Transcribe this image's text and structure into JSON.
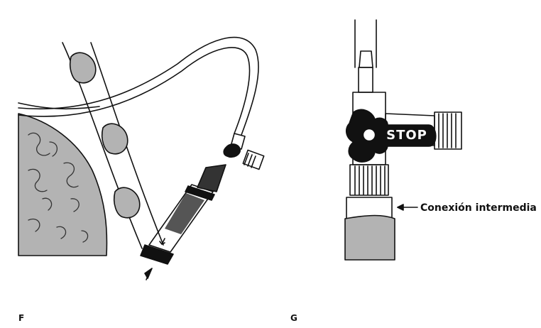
{
  "panels": {
    "left": {
      "label": "F"
    },
    "right": {
      "label": "G"
    }
  },
  "stopcock": {
    "handle_text": "STOP"
  },
  "callout": {
    "text": "Conexión intermedia"
  },
  "colors": {
    "ink": "#111111",
    "gray_fill": "#b3b3b3",
    "white": "#ffffff"
  }
}
